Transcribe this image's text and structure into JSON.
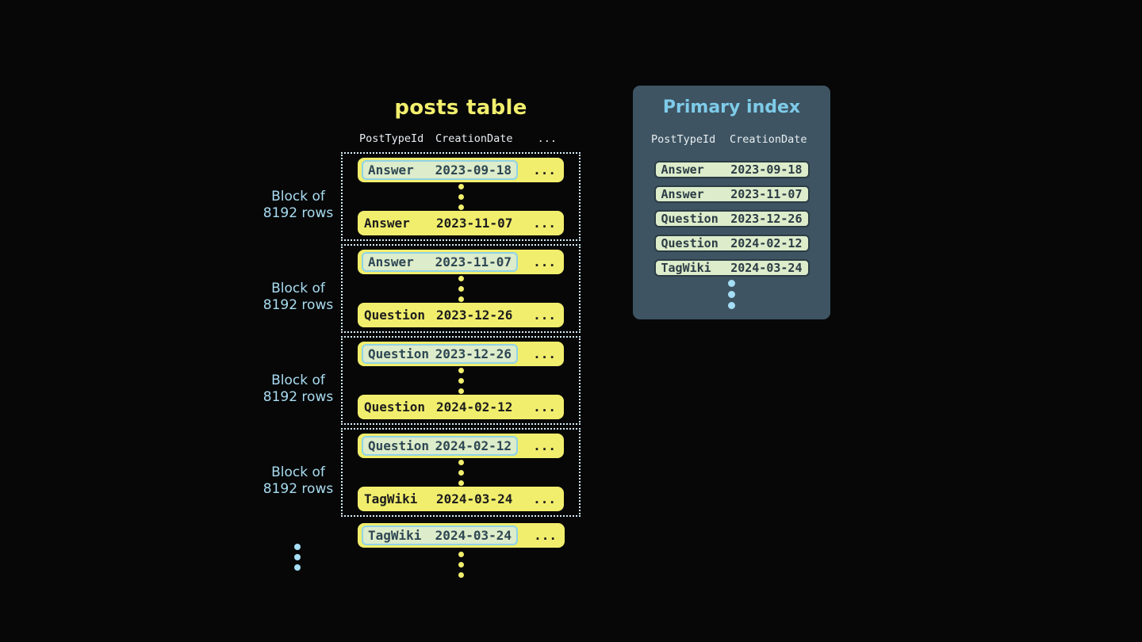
{
  "colors": {
    "bg": "#070708",
    "yellow": "#f1ee6d",
    "green-pill": "#ddecca",
    "blue-pill-border": "#8fd3e8",
    "pill-text": "#2e4754",
    "row-text": "#1d1d1d",
    "dotted-border": "#d6edf7",
    "label-blue": "#a9dcf0",
    "header-text": "#e8eef2",
    "panel-bg": "#3e5462",
    "panel-title": "#7ecbe9",
    "panel-pill-border": "#2b3c46",
    "dots-blue": "#a5def5"
  },
  "posts_table": {
    "title": "posts table",
    "header": {
      "col_type": "PostTypeId",
      "col_date": "CreationDate",
      "col_more": "..."
    },
    "ellipsis": "...",
    "blocks": [
      {
        "label_line1": "Block of",
        "label_line2": "8192 rows",
        "first": {
          "type": "Answer",
          "date": "2023-09-18"
        },
        "last": {
          "type": "Answer",
          "date": "2023-11-07"
        }
      },
      {
        "label_line1": "Block of",
        "label_line2": "8192 rows",
        "first": {
          "type": "Answer",
          "date": "2023-11-07"
        },
        "last": {
          "type": "Question",
          "date": "2023-12-26"
        }
      },
      {
        "label_line1": "Block of",
        "label_line2": "8192 rows",
        "first": {
          "type": "Question",
          "date": "2023-12-26"
        },
        "last": {
          "type": "Question",
          "date": "2024-02-12"
        }
      },
      {
        "label_line1": "Block of",
        "label_line2": "8192 rows",
        "first": {
          "type": "Question",
          "date": "2024-02-12"
        },
        "last": {
          "type": "TagWiki",
          "date": "2024-03-24"
        }
      }
    ],
    "overflow_row": {
      "type": "TagWiki",
      "date": "2024-03-24"
    }
  },
  "primary_index": {
    "title": "Primary index",
    "header": {
      "col_type": "PostTypeId",
      "col_date": "CreationDate"
    },
    "rows": [
      {
        "type": "Answer",
        "date": "2023-09-18"
      },
      {
        "type": "Answer",
        "date": "2023-11-07"
      },
      {
        "type": "Question",
        "date": "2023-12-26"
      },
      {
        "type": "Question",
        "date": "2024-02-12"
      },
      {
        "type": "TagWiki",
        "date": "2024-03-24"
      }
    ]
  }
}
